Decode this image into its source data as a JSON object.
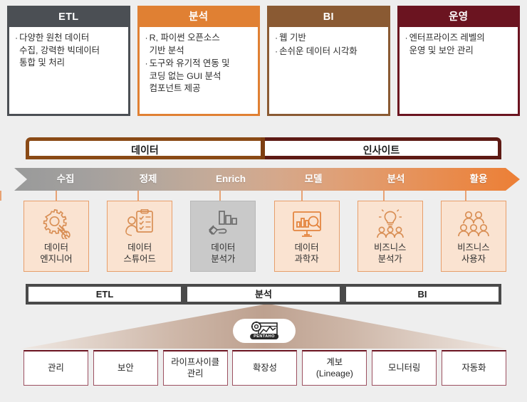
{
  "feature_cards": [
    {
      "title": "ETL",
      "header_color": "#4b4f54",
      "border_color": "#4b4f54",
      "bullets": [
        "다양한 원천 데이터\n수집, 강력한 빅데이터\n통합 및 처리"
      ]
    },
    {
      "title": "분석",
      "header_color": "#e08033",
      "border_color": "#e08033",
      "bullets": [
        "R, 파이썬 오픈소스\n기반 분석",
        "도구와 유기적 연동 및\n코딩 없는 GUI 분석\n컴포넌트 제공"
      ]
    },
    {
      "title": "BI",
      "header_color": "#8a5a33",
      "border_color": "#8a5a33",
      "bullets": [
        "웹 기반",
        "손쉬운 데이터 시각화"
      ]
    },
    {
      "title": "운영",
      "header_color": "#6b1420",
      "border_color": "#6b1420",
      "bullets": [
        "엔터프라이즈 레벨의\n운영 및 보안 관리"
      ]
    }
  ],
  "phases": [
    {
      "label": "데이터",
      "color": "#8a4a16"
    },
    {
      "label": "인사이트",
      "color": "#5e1a14"
    }
  ],
  "stages": [
    "수집",
    "정제",
    "Enrich",
    "모델",
    "분석",
    "활용"
  ],
  "stage_gradient": {
    "from": "#999a9a",
    "to": "#ec7f36"
  },
  "roles": [
    {
      "label": "데이터\n엔지니어",
      "icon": "gear-wrench-icon",
      "highlighted": false
    },
    {
      "label": "데이터\n스튜어드",
      "icon": "person-checklist-icon",
      "highlighted": false
    },
    {
      "label": "데이터\n분석가",
      "icon": "hand-bar-chart-icon",
      "highlighted": true
    },
    {
      "label": "데이터\n과학자",
      "icon": "monitor-chart-search-icon",
      "highlighted": false
    },
    {
      "label": "비즈니스\n분석가",
      "icon": "lightbulb-people-icon",
      "highlighted": false
    },
    {
      "label": "비즈니스\n사용자",
      "icon": "people-group-icon",
      "highlighted": false
    }
  ],
  "product_bar": [
    "ETL",
    "분석",
    "BI"
  ],
  "product_bar_color": "#4a4a4a",
  "badge": {
    "name": "PENTAHO",
    "icon": "pentaho-gear-chart-icon"
  },
  "capabilities": [
    "관리",
    "보안",
    "라이프사이클\n관리",
    "확장성",
    "계보\n(Lineage)",
    "모니터링",
    "자동화"
  ],
  "capability_border_color": "#6b1420"
}
